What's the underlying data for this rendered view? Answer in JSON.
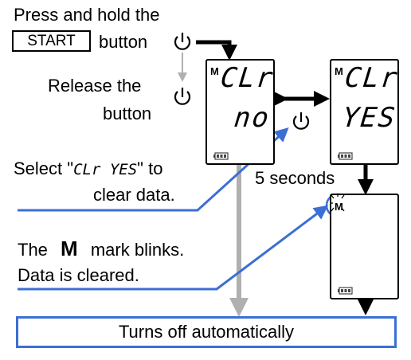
{
  "instructions": {
    "press_hold_line1": "Press and hold the",
    "start_button_label": "START",
    "press_hold_line2": "button",
    "release_line1": "Release the",
    "release_line2": "button",
    "select_prefix": "Select \"",
    "select_code": "CLr YES",
    "select_suffix": "\" to",
    "select_line2": "clear data.",
    "five_seconds": "5 seconds",
    "m_mark_prefix": "The",
    "m_mark_letter": "M",
    "m_mark_suffix": "mark blinks.",
    "data_cleared": "Data is cleared.",
    "turns_off": "Turns off automatically"
  },
  "screens": {
    "screen1": {
      "m": "M",
      "line1": "CLr",
      "line2": "no"
    },
    "screen2": {
      "m": "M",
      "line1": "CLr",
      "line2": "YES"
    },
    "screen3": {
      "m": "M"
    }
  },
  "icons": [
    "power-icon",
    "battery-icon",
    "blink-mark-icon"
  ],
  "colors": {
    "accent_blue": "#3b6fd4",
    "arrow_gray": "#b0b0b0",
    "line": "#000000"
  }
}
